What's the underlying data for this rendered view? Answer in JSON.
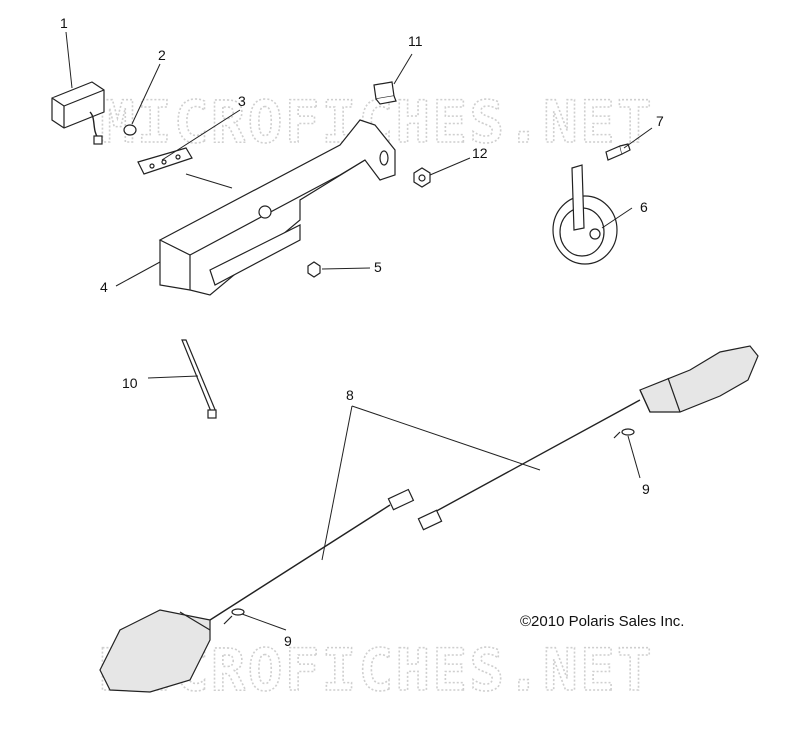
{
  "watermark": "MICROFICHES.NET",
  "copyright": "©2010 Polaris Sales Inc.",
  "callouts": [
    "1",
    "2",
    "3",
    "4",
    "5",
    "6",
    "7",
    "8",
    "9",
    "9",
    "10",
    "11",
    "12"
  ],
  "colors": {
    "line": "#222222",
    "watermark": "#cfcfcf",
    "background": "#ffffff"
  }
}
